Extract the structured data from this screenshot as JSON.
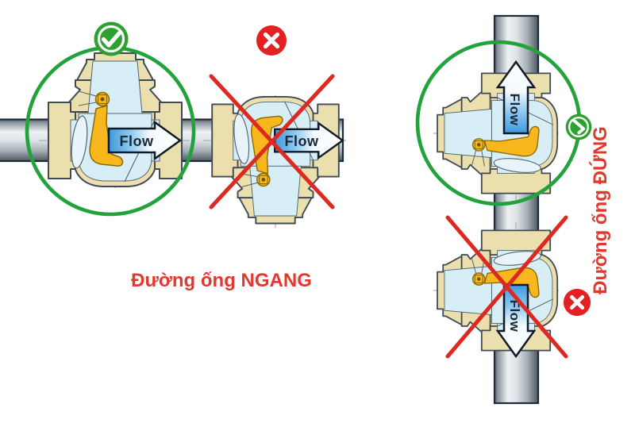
{
  "diagram": {
    "labels": {
      "flow": "Flow",
      "horizontal_pipe": "Đường ống NGANG",
      "vertical_pipe": "Đường ống ĐỨNG"
    },
    "sections": [
      {
        "id": "horizontal-correct",
        "pipe": "horizontal",
        "verdict": "correct",
        "badge": "check-icon",
        "flow_direction": "right"
      },
      {
        "id": "horizontal-incorrect",
        "pipe": "horizontal",
        "verdict": "incorrect",
        "badge": "cross-icon",
        "flow_direction": "right"
      },
      {
        "id": "vertical-correct",
        "pipe": "vertical",
        "verdict": "correct",
        "badge": "check-icon",
        "flow_direction": "up"
      },
      {
        "id": "vertical-incorrect",
        "pipe": "vertical",
        "verdict": "incorrect",
        "badge": "cross-icon",
        "flow_direction": "down"
      }
    ],
    "colors": {
      "correct_green": "#22a23a",
      "incorrect_red": "#dc2a22",
      "label_red": "#e2382e",
      "valve_body_cream": "#ecdfae",
      "valve_interior_blue": "#d8eef6",
      "disc_yellow": "#f8b71d",
      "flow_arrow_blue": "#3d9ade",
      "pipe_gray": "#b9c1c8"
    }
  }
}
